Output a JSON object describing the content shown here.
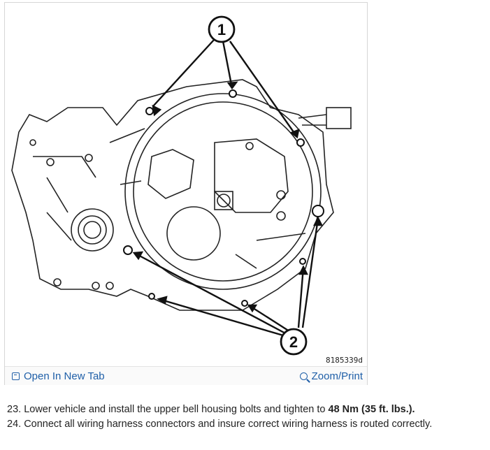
{
  "figure": {
    "callout_1": "1",
    "callout_2": "2",
    "figure_code": "8185339d"
  },
  "toolbar": {
    "open_tab_label": "Open In New Tab",
    "zoom_label": "Zoom/Print",
    "open_tab_icon": "external-tab-icon",
    "zoom_icon": "magnifier-icon"
  },
  "steps": [
    {
      "number": "23.",
      "text_before": "Lower vehicle and install the upper bell housing bolts and tighten to ",
      "bold": "48 Nm (35 ft. lbs.).",
      "text_after": ""
    },
    {
      "number": "24.",
      "text_before": "Connect all wiring harness connectors and insure correct wiring harness is routed correctly.",
      "bold": "",
      "text_after": ""
    }
  ]
}
